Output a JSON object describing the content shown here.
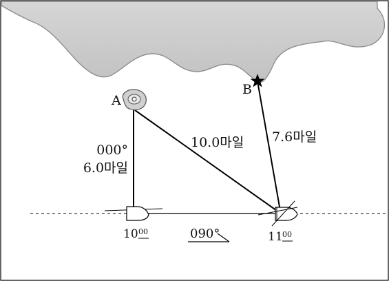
{
  "labels": {
    "point_a": "A",
    "point_b": "B",
    "course_north": "000°",
    "distance_north": "6.0마일",
    "distance_diagonal": "10.0마일",
    "distance_b": "7.6마일",
    "time_start_hour": "10",
    "time_start_min": "00",
    "course_east": "090°",
    "time_end_hour": "11",
    "time_end_min": "00"
  },
  "colors": {
    "land_fill": "#d9d9d9",
    "land_edge": "#9a9a9a",
    "line": "#000000"
  }
}
